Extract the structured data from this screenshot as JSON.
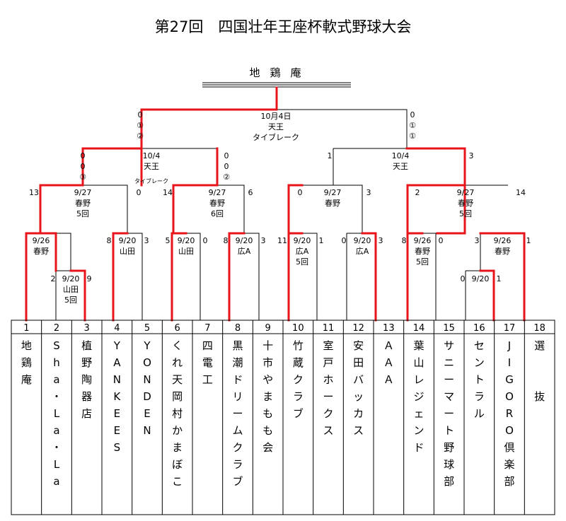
{
  "title": "第27回　四国壮年王座杯軟式野球大会",
  "champion": "地鶏庵",
  "teams": [
    {
      "no": "1",
      "name": "地鶏庵"
    },
    {
      "no": "2",
      "name": "Sha・La・La"
    },
    {
      "no": "3",
      "name": "植野陶器店"
    },
    {
      "no": "4",
      "name": "YANKEES"
    },
    {
      "no": "5",
      "name": "YONDEN"
    },
    {
      "no": "6",
      "name": "くれ天岡村かまぼこ"
    },
    {
      "no": "7",
      "name": "四電工"
    },
    {
      "no": "8",
      "name": "黒潮ドリームクラブ"
    },
    {
      "no": "9",
      "name": "十市やまもも会"
    },
    {
      "no": "10",
      "name": "竹蔵クラブ"
    },
    {
      "no": "11",
      "name": "室戸ホークス"
    },
    {
      "no": "12",
      "name": "安田バッカス"
    },
    {
      "no": "13",
      "name": "ＡＡＡ"
    },
    {
      "no": "14",
      "name": "葉山レジェンド"
    },
    {
      "no": "15",
      "name": "サニーマート野球部"
    },
    {
      "no": "16",
      "name": "セントラル"
    },
    {
      "no": "17",
      "name": "JIGORO倶楽部"
    },
    {
      "no": "18",
      "name": "選　　抜"
    }
  ],
  "matches": {
    "m2v3": {
      "info": [
        "9/20",
        "山田",
        "5回"
      ],
      "score_left": "2",
      "score_right": "9"
    },
    "m16v17": {
      "info": [
        "9/20"
      ],
      "score_left": "0",
      "score_right": "1"
    },
    "m1v23": {
      "info": [
        "9/26",
        "春野"
      ],
      "score_left": "",
      "score_right": ""
    },
    "m4v5": {
      "info": [
        "9/20",
        "山田"
      ],
      "score_left": "8",
      "score_right": "3"
    },
    "m6v7": {
      "info": [
        "9/20",
        "山田"
      ],
      "score_left": "5",
      "score_right": "0"
    },
    "m8v9": {
      "info": [
        "9/20",
        "広A"
      ],
      "score_left": "8",
      "score_right": "3"
    },
    "m10v11": {
      "info": [
        "9/20",
        "広A",
        "5回"
      ],
      "score_left": "11",
      "score_right": "1"
    },
    "m12v13": {
      "info": [
        "9/20",
        "広A"
      ],
      "score_left": "0",
      "score_right": "3"
    },
    "m14v15": {
      "info": [
        "9/26",
        "春野",
        "5回"
      ],
      "score_left": "8",
      "score_right": "0"
    },
    "m1617v18": {
      "info": [
        "9/26",
        "春野"
      ],
      "score_left": "3",
      "score_right": "1"
    },
    "q1": {
      "info": [
        "9/27",
        "春野",
        "5回"
      ],
      "score_left": "13",
      "score_right": "0"
    },
    "q2": {
      "info": [
        "9/27",
        "春野",
        "6回"
      ],
      "score_left": "14",
      "score_right": "6"
    },
    "q3": {
      "info": [
        "9/27",
        "春野"
      ],
      "score_left": "0",
      "score_right": "3"
    },
    "q4": {
      "info": [
        "9/27",
        "春野",
        "5回"
      ],
      "score_left": "2",
      "score_right": "14"
    },
    "s1": {
      "info": [
        "10/4",
        "天王"
      ],
      "note": "タイブレーク",
      "score_left": [
        "0",
        "0",
        "③"
      ],
      "score_right": [
        "0",
        "0",
        "②"
      ]
    },
    "s2": {
      "info": [
        "10/4",
        "天王"
      ],
      "score_left": "1",
      "score_right": "3"
    },
    "final": {
      "info": [
        "10月4日",
        "天王",
        "タイブレーク"
      ],
      "score_left": [
        "0",
        "①",
        "②"
      ],
      "score_right": [
        "0",
        "①",
        "①"
      ]
    }
  }
}
